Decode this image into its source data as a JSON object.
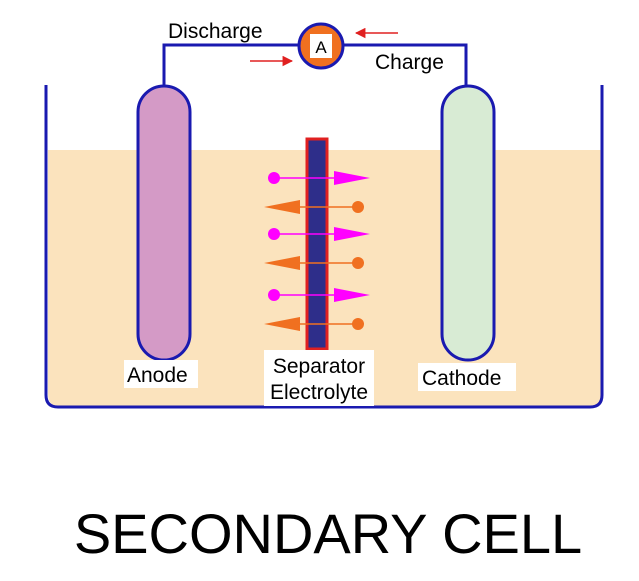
{
  "title": "SECONDARY CELL",
  "labels": {
    "discharge": "Discharge",
    "charge": "Charge",
    "ammeter": "A",
    "anode": "Anode",
    "cathode": "Cathode",
    "separator": "Separator",
    "electrolyte": "Electrolyte"
  },
  "ion_rows": [
    {
      "direction": "right",
      "color": "#ff00ff"
    },
    {
      "direction": "left",
      "color": "#f07020"
    },
    {
      "direction": "right",
      "color": "#ff00ff"
    },
    {
      "direction": "left",
      "color": "#f07020"
    },
    {
      "direction": "right",
      "color": "#ff00ff"
    },
    {
      "direction": "left",
      "color": "#f07020"
    }
  ],
  "colors": {
    "electrolyte": "#fbe3bd",
    "outline": "#1a1ab0",
    "anode": "#d49ac6",
    "cathode": "#d8ebd4",
    "separator_fill": "#2e2e8a",
    "separator_border": "#e02020",
    "ammeter": "#f07020",
    "current_arrow": "#e02020"
  }
}
